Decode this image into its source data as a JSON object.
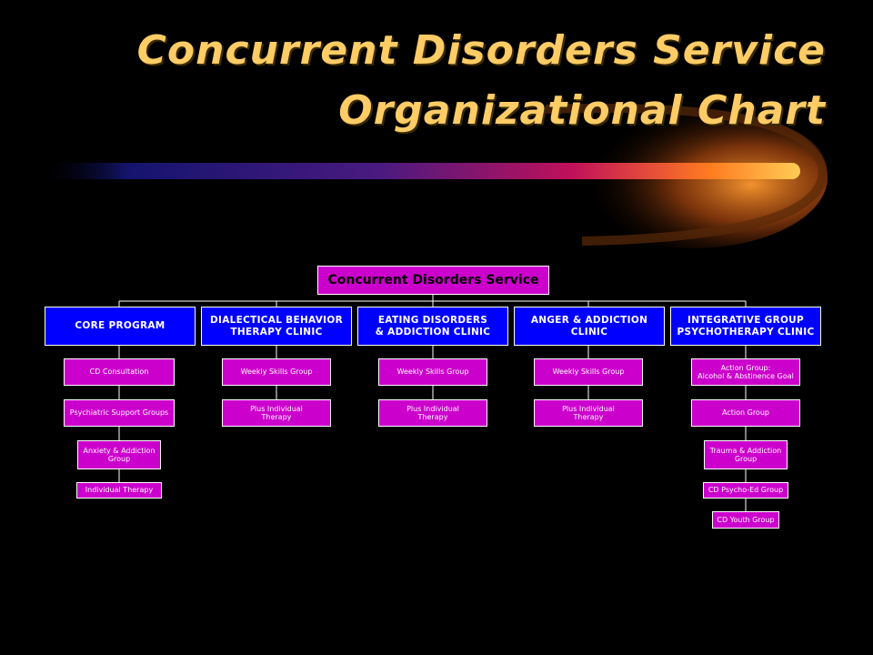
{
  "slide": {
    "title_line_1": "Concurrent Disorders  Service",
    "title_line_2": "Organizational Chart"
  },
  "colors": {
    "background": "#000000",
    "title": "#ffcc66",
    "root_fill": "#cc00cc",
    "department_fill": "#0000ff",
    "program_fill": "#cc00cc",
    "connector": "#ffffff",
    "swoosh_start": "#1a1a80",
    "swoosh_mid": "#c0105a",
    "swoosh_end": "#ffb030"
  },
  "org": {
    "root": "Concurrent Disorders Service",
    "departments": [
      {
        "label": "CORE PROGRAM",
        "programs": [
          "CD Consultation",
          "Psychiatric Support Groups",
          "Anxiety & Addiction\nGroup",
          "Individual Therapy"
        ]
      },
      {
        "label": "DIALECTICAL BEHAVIOR\nTHERAPY CLINIC",
        "programs": [
          "Weekly Skills Group",
          "Plus Individual\nTherapy"
        ]
      },
      {
        "label": "EATING DISORDERS\n& ADDICTION CLINIC",
        "programs": [
          "Weekly Skills Group",
          "Plus Individual\nTherapy"
        ]
      },
      {
        "label": "ANGER & ADDICTION\nCLINIC",
        "programs": [
          "Weekly Skills Group",
          "Plus Individual\nTherapy"
        ]
      },
      {
        "label": "INTEGRATIVE GROUP\nPSYCHOTHERAPY CLINIC",
        "programs": [
          "Action Group:\nAlcohol & Abstinence Goal",
          "Action Group",
          "Trauma & Addiction\nGroup",
          "CD Psycho-Ed Group",
          "CD Youth Group"
        ]
      }
    ]
  }
}
